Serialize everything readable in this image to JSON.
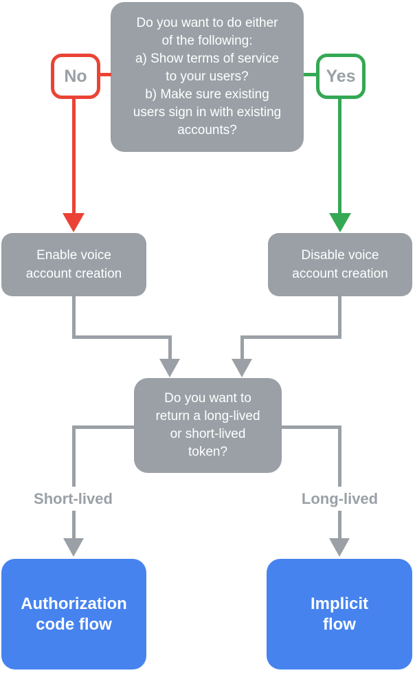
{
  "colors": {
    "gray": "#9AA0A6",
    "red": "#EA4335",
    "green": "#34A853",
    "blue": "#4683EE",
    "white": "#FFFFFF"
  },
  "diagram": {
    "type": "flowchart",
    "question1": "Do you want to do either\nof the following:\na) Show terms of service\nto your users?\nb) Make sure existing\nusers sign in with existing\naccounts?",
    "no_label": "No",
    "yes_label": "Yes",
    "enable_node": "Enable voice\naccount creation",
    "disable_node": "Disable voice\naccount creation",
    "question2": "Do you want to\nreturn a long-lived\nor short-lived\ntoken?",
    "short_lived_label": "Short-lived",
    "long_lived_label": "Long-lived",
    "auth_code_node": "Authorization\ncode flow",
    "implicit_node": "Implicit\nflow"
  }
}
